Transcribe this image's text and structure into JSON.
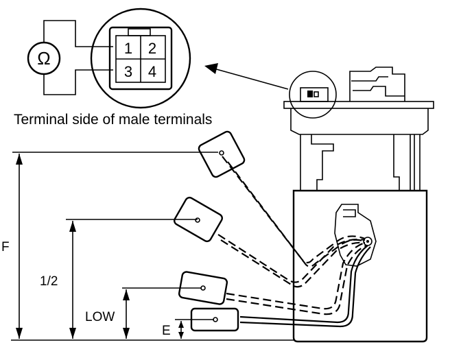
{
  "meter": {
    "symbol": "Ω"
  },
  "connector": {
    "pins": [
      "1",
      "2",
      "3",
      "4"
    ],
    "caption": "Terminal side of male terminals"
  },
  "levels": {
    "full": "F",
    "half": "1/2",
    "low": "LOW",
    "empty": "E"
  }
}
